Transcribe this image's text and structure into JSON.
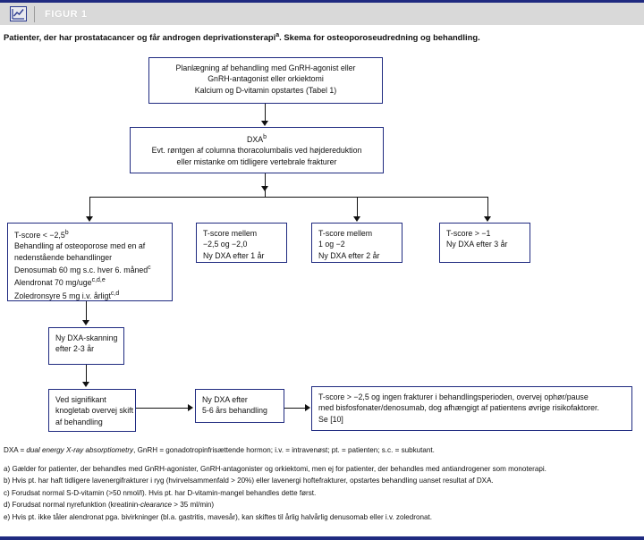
{
  "header": {
    "icon": "line-chart-icon",
    "label": "FIGUR 1",
    "bar_color": "#1f2a80",
    "bg_color": "#d9d9d9"
  },
  "intro": {
    "text_before": "Patienter, der har prostatacancer og får androgen deprivationsterapi",
    "sup": "a",
    "text_after": ". Skema for osteoporoseudredning og behandling."
  },
  "flow": {
    "box_border_color": "#1f2a80",
    "plan": {
      "line1": "Planlægning af behandling med GnRH-agonist eller",
      "line2": "GnRH-antagonist eller orkiektomi",
      "line3": "Kalcium og D-vitamin opstartes (Tabel 1)"
    },
    "dxa": {
      "line1_main": "DXA",
      "line1_sup": "b",
      "line2": "Evt. røntgen af columna thoracolumbalis ved højdereduktion",
      "line3": "eller mistanke om tidligere vertebrale frakturer"
    },
    "tscore1": {
      "l1_main": "T-score  < −2,5",
      "l1_sup": "b",
      "l2": "Behandling af osteoporose med en af",
      "l3": "nedenstående behandlinger",
      "l4_main": "Denosumab 60 mg s.c. hver 6. måned",
      "l4_sup": "c",
      "l5_main": "Alendronat 70 mg/uge",
      "l5_sup": "c,d,e",
      "l6_main": "Zoledronsyre 5 mg i.v. årligt",
      "l6_sup": "c,d"
    },
    "tscore2": {
      "l1": "T-score mellem",
      "l2": "−2,5 og −2,0",
      "l3": "Ny DXA efter 1 år"
    },
    "tscore3": {
      "l1": "T-score mellem",
      "l2": "1 og −2",
      "l3": "Ny DXA efter 2 år"
    },
    "tscore4": {
      "l1": "T-score > −1",
      "l2": "Ny DXA efter 3 år"
    },
    "rescan": {
      "l1": "Ny DXA-skanning",
      "l2": "efter 2-3 år"
    },
    "significant": {
      "l1": "Ved signifikant",
      "l2": "knogletab overvej skift",
      "l3": "af behandling"
    },
    "newdxa": {
      "l1": "Ny DXA efter",
      "l2": "5-6 års behandling"
    },
    "final": {
      "l1": "T-score > −2,5 og ingen frakturer i behandlingsperioden, overvej ophør/pause",
      "l2": "med bisfosfonater/denosumab, dog afhængigt af patientens øvrige risikofaktorer.",
      "l3": "Se  [10]"
    }
  },
  "notes": {
    "definition_a": "DXA = ",
    "definition_italic": "dual energy X-ray absorptiometry",
    "definition_b": ", GnRH = gonadotropinfrisættende hormon; i.v. = intravenøst; pt. = patienten; s.c. = subkutant.",
    "items": [
      "a) Gælder for patienter, der behandles med GnRH-agonister, GnRH-antagonister og orkiektomi, men ej for patienter, der behandles med antiandrogener som monoterapi.",
      "b) Hvis pt. har haft tidligere lavenergifrakturer i ryg (hvirvelsammenfald > 20%) eller lavenergi hoftefrakturer, opstartes behandling uanset resultat af DXA.",
      "c) Forudsat normal S-D-vitamin (>50 nmol/l).  Hvis pt. har  D-vitamin-mangel behandles dette først."
    ],
    "item_d_before": "d) Forudsat normal nyrefunktion (kreatinin-",
    "item_d_italic": "clearance",
    "item_d_after": " > 35 ml/min)",
    "item_e": "e) Hvis pt. ikke tåler alendronat pga. bivirkninger (bl.a. gastritis, mavesår), kan skiftes til årlig halvårlig denusomab eller i.v. zoledronat."
  }
}
